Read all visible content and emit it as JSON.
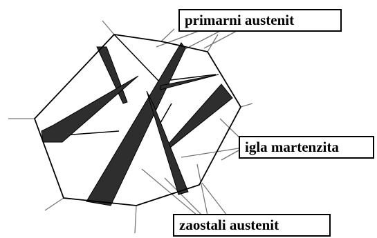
{
  "labels": {
    "primary_austenite": "primarni austenit",
    "martensite_needle": "igla martenzita",
    "retained_austenite": "zaostali austenit"
  },
  "colors": {
    "ink": "#000000",
    "needle_fill": "#2e2e2e",
    "leader_line": "#777777",
    "background": "#ffffff"
  }
}
